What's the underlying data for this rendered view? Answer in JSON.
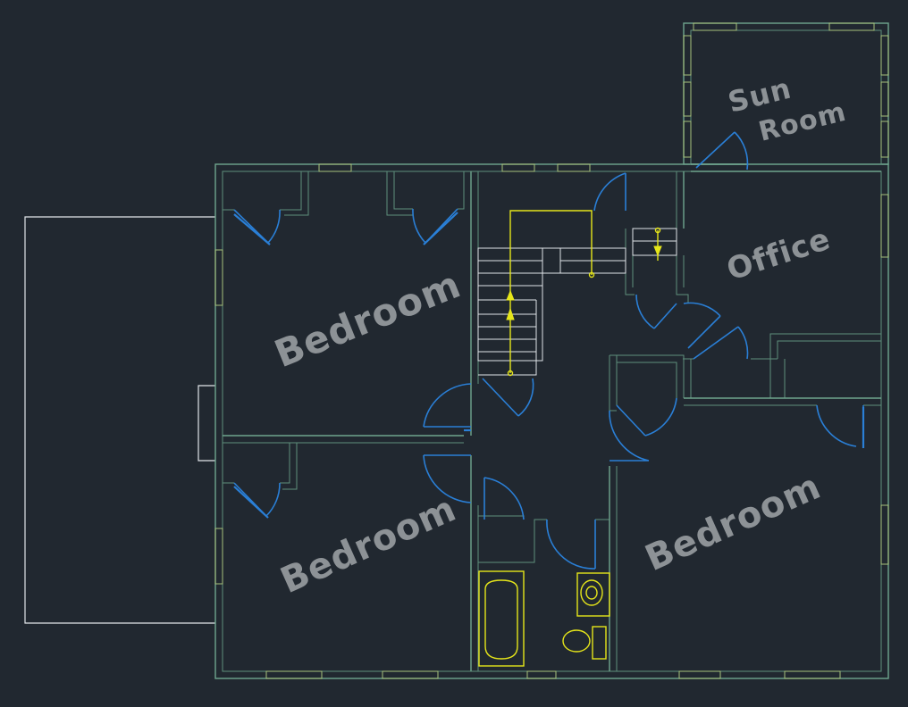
{
  "rooms": {
    "bedroom_upper_left": "Bedroom",
    "bedroom_lower_left": "Bedroom",
    "bedroom_lower_right": "Bedroom",
    "office": "Office",
    "sun_room_line1": "Sun",
    "sun_room_line2": "Room"
  },
  "colors": {
    "background": "#212830",
    "walls": "#6fa58e",
    "doors": "#2a7fd6",
    "fixtures": "#e6e61a",
    "deck_outline": "#e2e6ea",
    "labels": "#8d9296"
  },
  "icons": {
    "stair_arrow": "arrow-up-icon",
    "door_swing": "door-arc-icon",
    "bathtub": "bathtub-icon",
    "toilet": "toilet-icon",
    "sink": "sink-icon"
  }
}
